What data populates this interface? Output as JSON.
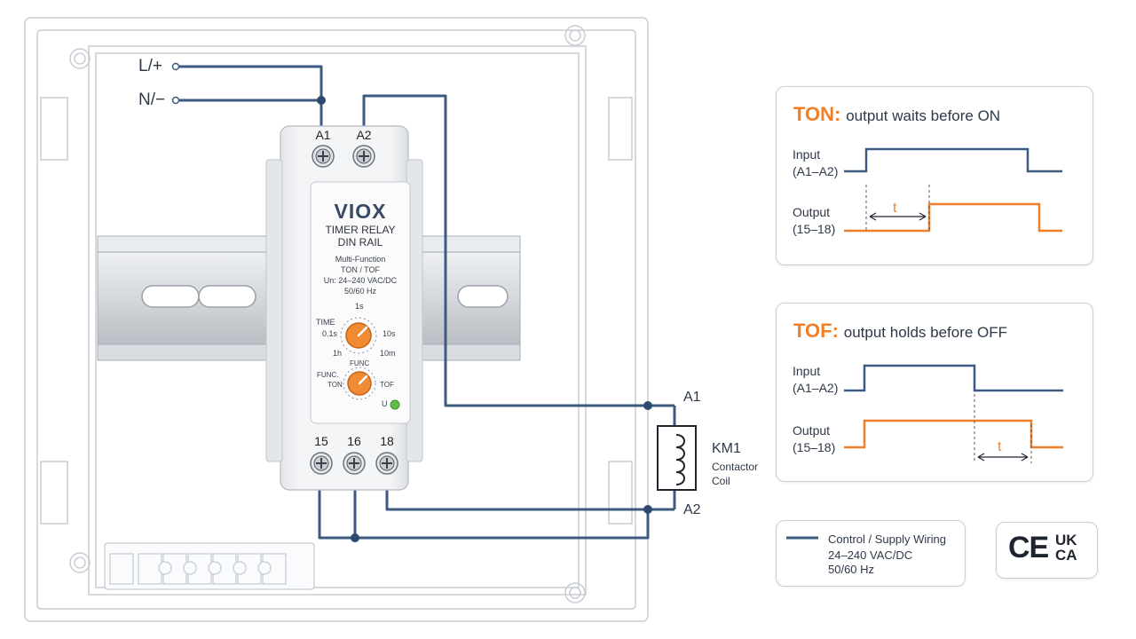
{
  "supply": {
    "line_label": "L/+",
    "neutral_label": "N/−"
  },
  "relay": {
    "top_terminals": [
      "A1",
      "A2"
    ],
    "brand": "VIOX",
    "title_line1": "TIMER RELAY",
    "title_line2": "DIN RAIL",
    "spec_line1": "Multi-Function",
    "spec_line2": "TON / TOF",
    "spec_line3": "Un: 24–240 VAC/DC",
    "spec_line4": "50/60 Hz",
    "time_label": "TIME",
    "time_scale": [
      "1s",
      "0.1s",
      "10s",
      "1h",
      "10m"
    ],
    "func_label": "FUNC",
    "func_side_label": "FUNC.",
    "func_ton": "TON",
    "func_tof": "TOF",
    "power_led_label": "U",
    "bottom_terminals": [
      "15",
      "16",
      "18"
    ]
  },
  "contactor": {
    "name": "KM1",
    "desc_line1": "Contactor",
    "desc_line2": "Coil",
    "a1_label": "A1",
    "a2_label": "A2"
  },
  "ton_panel": {
    "mode": "TON:",
    "description": "output waits before ON",
    "input_label": "Input",
    "input_sub": "(A1–A2)",
    "output_label": "Output",
    "output_sub": "(15–18)",
    "delay_label": "t"
  },
  "tof_panel": {
    "mode": "TOF:",
    "description": "output holds before OFF",
    "input_label": "Input",
    "input_sub": "(A1–A2)",
    "output_label": "Output",
    "output_sub": "(15–18)",
    "delay_label": "t"
  },
  "legend": {
    "line1": "Control / Supply Wiring",
    "line2": "24–240 VAC/DC",
    "line3": "50/60 Hz"
  },
  "marks": {
    "ce": "CE",
    "ukca_line1": "UK",
    "ukca_line2": "CA"
  },
  "colors": {
    "wire": "#3d5a80",
    "signal_input": "#3d5a80",
    "signal_output": "#f07f2a",
    "knob": "#f08a33",
    "led": "#5bbf4a"
  }
}
